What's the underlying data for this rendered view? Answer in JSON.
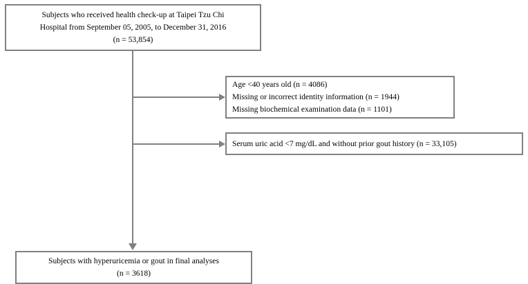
{
  "chart_data": {
    "type": "diagram",
    "title": "Study participant selection flow diagram",
    "nodes": [
      {
        "id": "source",
        "role": "source-cohort",
        "lines": [
          "Subjects who received health check-up at Taipei Tzu Chi",
          "Hospital from September 05, 2005, to December 31, 2016",
          "(n = 53,854)"
        ],
        "n": 53854,
        "align": "center"
      },
      {
        "id": "exclusion-1",
        "role": "exclusion-criteria",
        "lines": [
          "Age <40 years old (n = 4086)",
          "Missing or incorrect identity information (n = 1944)",
          "Missing biochemical examination data (n = 1101)"
        ],
        "counts": [
          4086,
          1944,
          1101
        ],
        "align": "left"
      },
      {
        "id": "exclusion-2",
        "role": "exclusion-criteria",
        "lines": [
          "Serum uric acid <7 mg/dL and without prior gout history (n = 33,105)"
        ],
        "counts": [
          33105
        ],
        "align": "left"
      },
      {
        "id": "final",
        "role": "final-cohort",
        "lines": [
          "Subjects with hyperuricemia or gout in final analyses",
          "(n = 3618)"
        ],
        "n": 3618,
        "align": "center"
      }
    ],
    "edges": [
      {
        "from": "source",
        "to": "exclusion-1",
        "direction": "right"
      },
      {
        "from": "source",
        "to": "exclusion-2",
        "direction": "right"
      },
      {
        "from": "source",
        "to": "final",
        "direction": "down"
      }
    ],
    "colors": {
      "border": "#808080",
      "connector": "#808080",
      "background": "#ffffff",
      "text": "#000000"
    }
  }
}
